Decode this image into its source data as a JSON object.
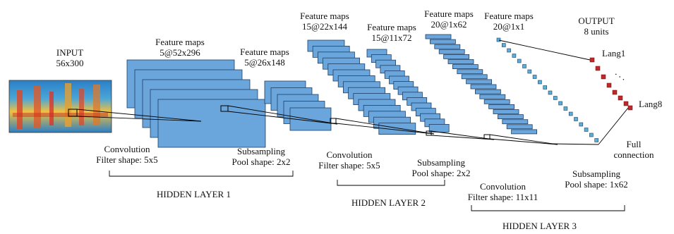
{
  "input": {
    "title": "INPUT",
    "dims": "56x300"
  },
  "stages": {
    "fm1": {
      "title": "Feature maps",
      "dims": "5@52x296"
    },
    "fm2": {
      "title": "Feature maps",
      "dims": "5@26x148"
    },
    "fm3": {
      "title": "Feature maps",
      "dims": "15@22x144"
    },
    "fm4": {
      "title": "Feature maps",
      "dims": "15@11x72"
    },
    "fm5": {
      "title": "Feature maps",
      "dims": "20@1x62"
    },
    "fm6": {
      "title": "Feature maps",
      "dims": "20@1x1"
    },
    "output": {
      "title": "OUTPUT",
      "dims": "8 units"
    }
  },
  "operations": {
    "conv1": {
      "name": "Convolution",
      "detail": "Filter shape: 5x5"
    },
    "pool1": {
      "name": "Subsampling",
      "detail": "Pool shape: 2x2"
    },
    "conv2": {
      "name": "Convolution",
      "detail": "Filter shape: 5x5"
    },
    "pool2": {
      "name": "Subsampling",
      "detail": "Pool shape: 2x2"
    },
    "conv3": {
      "name": "Convolution",
      "detail": "Filter shape: 11x11"
    },
    "pool3": {
      "name": "Subsampling",
      "detail": "Pool shape: 1x62"
    },
    "fc": {
      "name": "Full",
      "detail": "connection"
    }
  },
  "hidden_layers": [
    "HIDDEN LAYER 1",
    "HIDDEN LAYER 2",
    "HIDDEN LAYER 3"
  ],
  "output_units": {
    "first": "Lang1",
    "last": "Lang8",
    "ellipsis": ". . ."
  },
  "colors": {
    "map_fill": "#6aa6dc",
    "map_stroke": "#1f3f66",
    "output_unit": "#c0282a",
    "vector_unit": "#5aaed8"
  }
}
